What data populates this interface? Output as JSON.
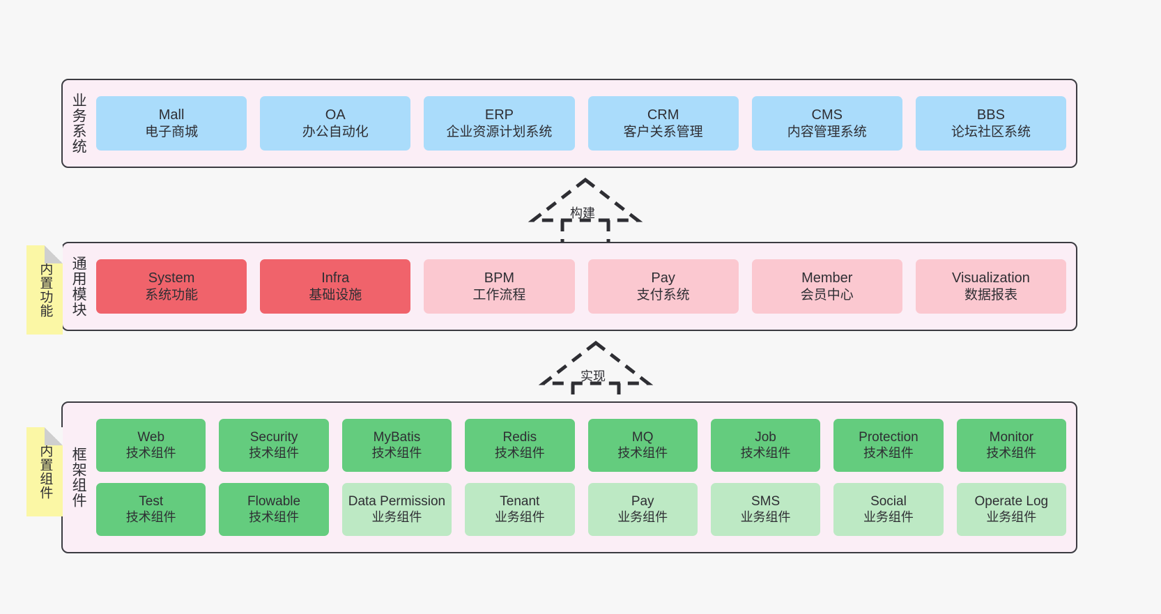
{
  "diagram": {
    "title_layers": {
      "business": "业务系统",
      "common": "通用模块",
      "framework": "框架组件"
    },
    "notes": [
      {
        "name": "builtin-features",
        "text": "内置功能"
      },
      {
        "name": "builtin-components",
        "text": "内置组件"
      }
    ],
    "arrows": [
      {
        "name": "build",
        "label": "构建"
      },
      {
        "name": "implement",
        "label": "实现"
      }
    ],
    "colors": {
      "panel_bg": "#fbeef6",
      "panel_border": "#3b3b41",
      "business_cell": "#aadcfb",
      "common_core": "#f0636b",
      "common_optional": "#fbc8d0",
      "framework_tech": "#64cc7e",
      "framework_business": "#bde9c4",
      "note_bg": "#fbf7a5",
      "canvas_bg": "#f7f7f7"
    },
    "business": [
      {
        "name": "mall",
        "title": "Mall",
        "subtitle": "电子商城"
      },
      {
        "name": "oa",
        "title": "OA",
        "subtitle": "办公自动化"
      },
      {
        "name": "erp",
        "title": "ERP",
        "subtitle": "企业资源计划系统"
      },
      {
        "name": "crm",
        "title": "CRM",
        "subtitle": "客户关系管理"
      },
      {
        "name": "cms",
        "title": "CMS",
        "subtitle": "内容管理系统"
      },
      {
        "name": "bbs",
        "title": "BBS",
        "subtitle": "论坛社区系统"
      }
    ],
    "common": [
      {
        "name": "system",
        "title": "System",
        "subtitle": "系统功能",
        "variant": "core"
      },
      {
        "name": "infra",
        "title": "Infra",
        "subtitle": "基础设施",
        "variant": "core"
      },
      {
        "name": "bpm",
        "title": "BPM",
        "subtitle": "工作流程",
        "variant": "optional"
      },
      {
        "name": "pay",
        "title": "Pay",
        "subtitle": "支付系统",
        "variant": "optional"
      },
      {
        "name": "member",
        "title": "Member",
        "subtitle": "会员中心",
        "variant": "optional"
      },
      {
        "name": "visualization",
        "title": "Visualization",
        "subtitle": "数据报表",
        "variant": "optional"
      }
    ],
    "framework_row1": [
      {
        "name": "web",
        "title": "Web",
        "subtitle": "技术组件",
        "variant": "tech"
      },
      {
        "name": "security",
        "title": "Security",
        "subtitle": "技术组件",
        "variant": "tech"
      },
      {
        "name": "mybatis",
        "title": "MyBatis",
        "subtitle": "技术组件",
        "variant": "tech"
      },
      {
        "name": "redis",
        "title": "Redis",
        "subtitle": "技术组件",
        "variant": "tech"
      },
      {
        "name": "mq",
        "title": "MQ",
        "subtitle": "技术组件",
        "variant": "tech"
      },
      {
        "name": "job",
        "title": "Job",
        "subtitle": "技术组件",
        "variant": "tech"
      },
      {
        "name": "protection",
        "title": "Protection",
        "subtitle": "技术组件",
        "variant": "tech"
      },
      {
        "name": "monitor",
        "title": "Monitor",
        "subtitle": "技术组件",
        "variant": "tech"
      }
    ],
    "framework_row2": [
      {
        "name": "test",
        "title": "Test",
        "subtitle": "技术组件",
        "variant": "tech"
      },
      {
        "name": "flowable",
        "title": "Flowable",
        "subtitle": "技术组件",
        "variant": "tech"
      },
      {
        "name": "data-permission",
        "title": "Data Permission",
        "subtitle": "业务组件",
        "variant": "business"
      },
      {
        "name": "tenant",
        "title": "Tenant",
        "subtitle": "业务组件",
        "variant": "business"
      },
      {
        "name": "pay",
        "title": "Pay",
        "subtitle": "业务组件",
        "variant": "business"
      },
      {
        "name": "sms",
        "title": "SMS",
        "subtitle": "业务组件",
        "variant": "business"
      },
      {
        "name": "social",
        "title": "Social",
        "subtitle": "业务组件",
        "variant": "business"
      },
      {
        "name": "operate-log",
        "title": "Operate Log",
        "subtitle": "业务组件",
        "variant": "business"
      }
    ]
  }
}
